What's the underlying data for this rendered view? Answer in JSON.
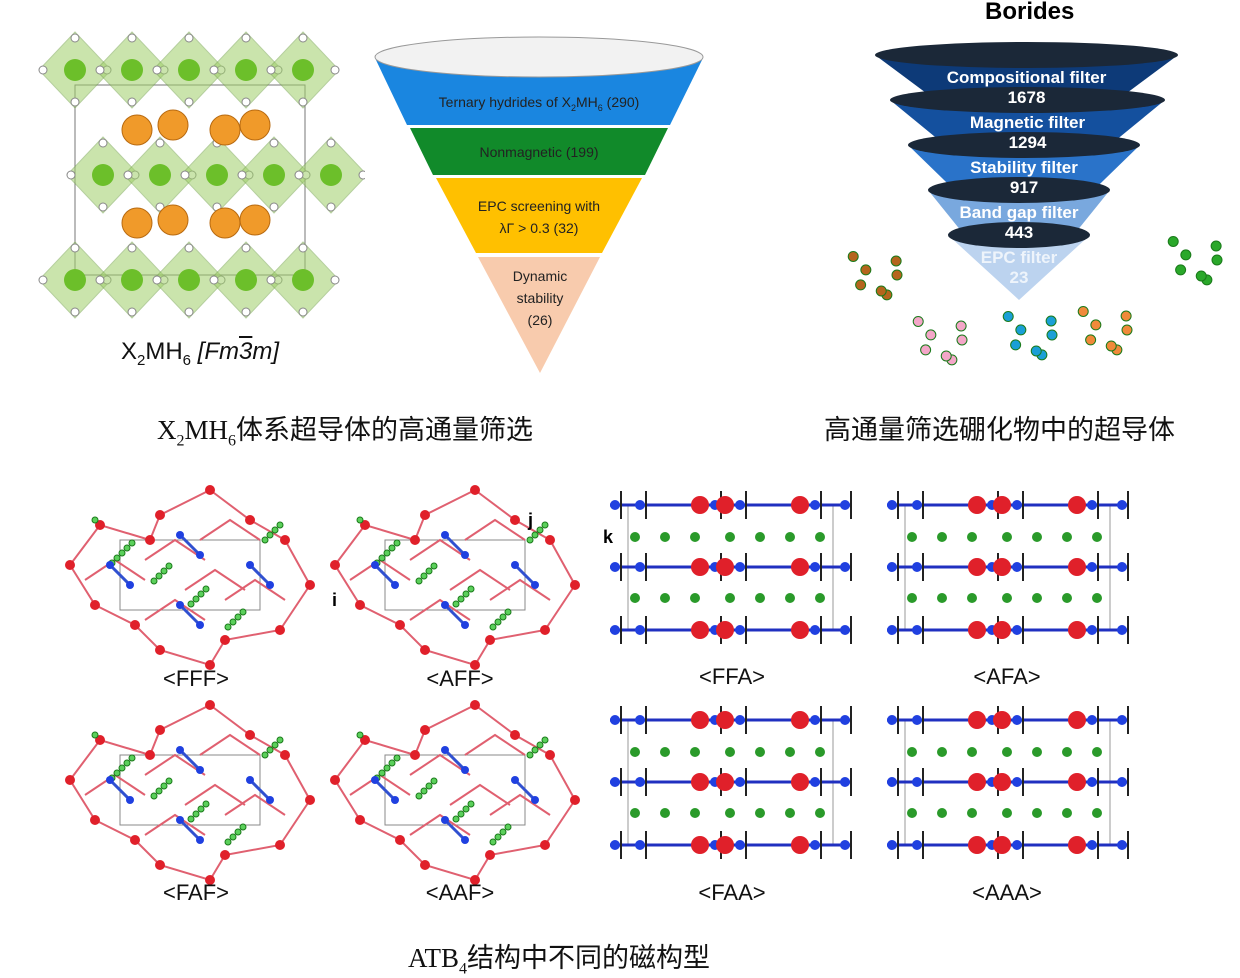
{
  "hydride": {
    "formula_label": {
      "x": "X",
      "sub1": "2",
      "m": "MH",
      "sub2": "6",
      "space_group": " [Fm",
      "bar3": "3",
      "m2": "m]"
    },
    "funnel": [
      {
        "text": "Ternary hydrides of X",
        "sub": "2",
        "text2": "MH",
        "sub2": "6",
        "text3": " (290)",
        "color": "#1a86e0"
      },
      {
        "text": "Nonmagnetic  (199)",
        "color": "#118a2a"
      },
      {
        "text": "EPC screening with",
        "line2": "λΓ > 0.3 (32)",
        "color": "#ffc000"
      },
      {
        "text": "Dynamic",
        "line2": "stability",
        "line3": "(26)",
        "color": "#f8cbad"
      }
    ],
    "caption": {
      "a": "X",
      "sub1": "2",
      "b": "MH",
      "sub2": "6",
      "c": "体系超导体的高通量筛选"
    }
  },
  "borides": {
    "title": "Borides",
    "filters": [
      {
        "name": "Compositional filter",
        "count": "1678",
        "color": "#0d3a78"
      },
      {
        "name": "Magnetic filter",
        "count": "1294",
        "color": "#14509e"
      },
      {
        "name": "Stability filter",
        "count": "917",
        "color": "#2a73c9"
      },
      {
        "name": "Band gap filter",
        "count": "443",
        "color": "#79a8de"
      },
      {
        "name": "EPC filter",
        "count": "23",
        "color": "#bcd3ef"
      }
    ],
    "caption": "高通量筛选硼化物中的超导体"
  },
  "magnetic": {
    "panels_left": [
      "<FFF>",
      "<AFF>",
      "<FAF>",
      "<AAF>"
    ],
    "panels_right": [
      "<FFA>",
      "<AFA>",
      "<FAA>",
      "<AAA>"
    ],
    "axis_labels": {
      "i": "i",
      "j": "j",
      "k": "k"
    },
    "caption": {
      "a": "ATB",
      "sub": "4",
      "b": "结构中不同的磁构型"
    }
  }
}
